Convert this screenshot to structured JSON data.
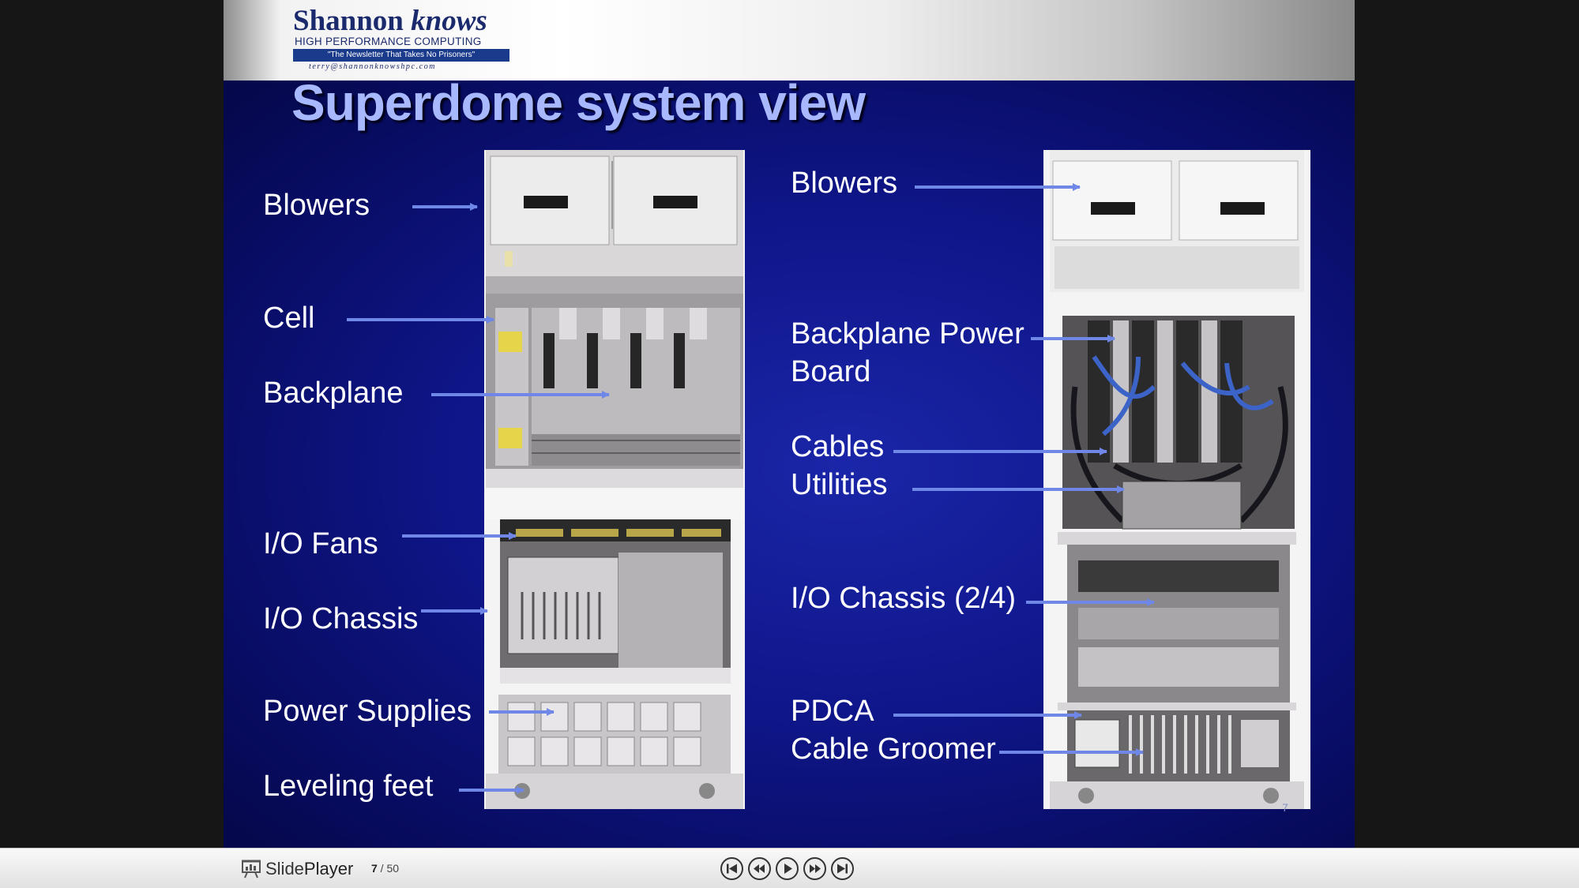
{
  "slide": {
    "logo": {
      "name_part1": "Shannon ",
      "name_part2": "knows",
      "subtitle": "HIGH PERFORMANCE COMPUTING",
      "tagline": "\"The Newsletter That Takes No Prisoners\"",
      "email": "terry@shannonknowshpc.com"
    },
    "title": "Superdome system view",
    "left_labels": [
      "Blowers",
      "Cell",
      "Backplane",
      "I/O Fans",
      "I/O Chassis",
      "Power Supplies",
      "Leveling feet"
    ],
    "right_labels": [
      "Blowers",
      "Backplane Power",
      "Board",
      "Cables",
      "Utilities",
      "I/O Chassis (2/4)",
      "PDCA",
      "Cable Groomer"
    ],
    "slide_number_mark": "7"
  },
  "player": {
    "brand_part1": "Slide",
    "brand_part2": "Player",
    "current_page": "7",
    "page_separator": " / ",
    "total_pages": "50",
    "controls": [
      "first-icon",
      "previous-icon",
      "play-icon",
      "next-icon",
      "last-icon"
    ]
  },
  "colors": {
    "slide_background": "#0f168a",
    "title": "#a7b8ff",
    "arrow": "#6f87e6",
    "label_text": "#ffffff"
  }
}
